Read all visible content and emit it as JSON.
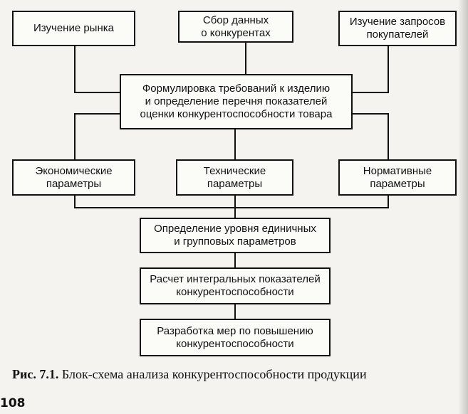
{
  "diagram": {
    "nodes": {
      "market_study": "Изучение рынка",
      "competitor_data": "Сбор данных\nо конкурентах",
      "customer_study": "Изучение запросов\nпокупателей",
      "requirements": "Формулировка требований к изделию\nи определение перечня показателей\nоценки конкурентоспособности товара",
      "economic_params": "Экономические\nпараметры",
      "technical_params": "Технические\nпараметры",
      "normative_params": "Нормативные\nпараметры",
      "level_determination": "Определение уровня единичных\nи групповых параметров",
      "integral_calc": "Расчет интегральных показателей\nконкурентоспособности",
      "measures": "Разработка мер по повышению\nконкурентоспособности"
    }
  },
  "caption": {
    "label": "Рис. 7.1.",
    "text": " Блок-схема анализа конкурентоспособности продукции"
  },
  "page_number": "108"
}
